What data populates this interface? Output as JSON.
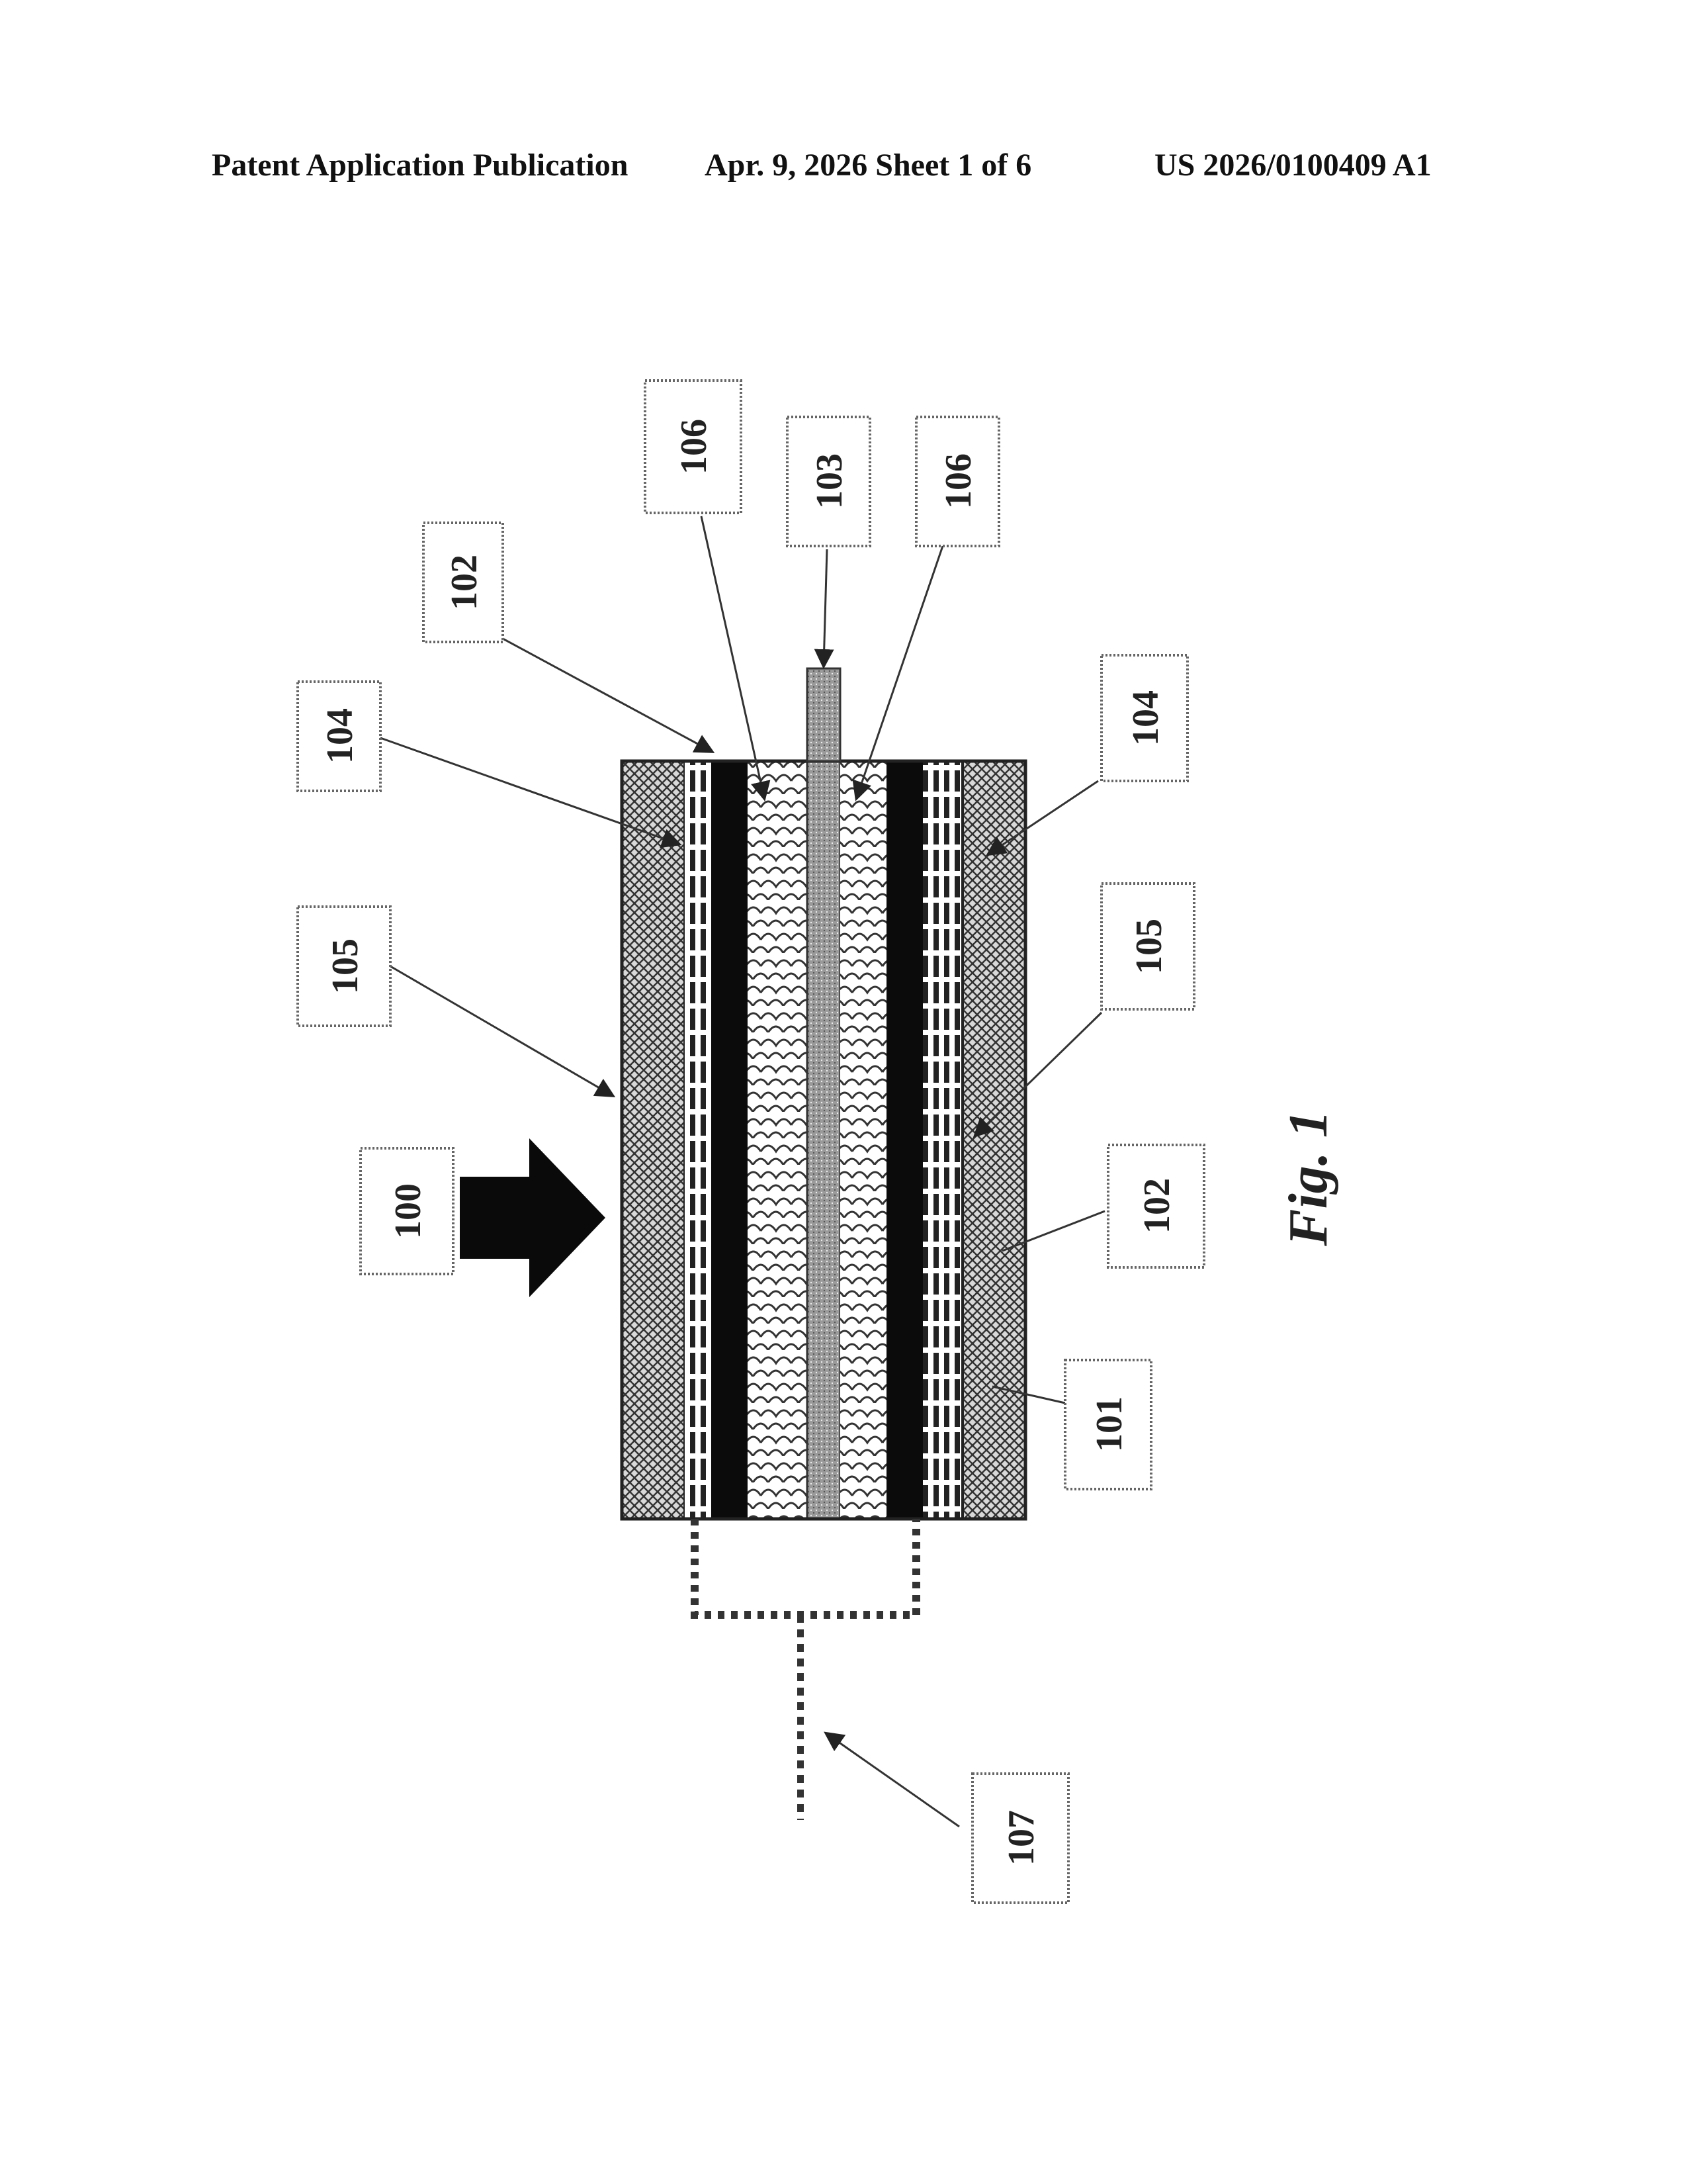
{
  "header": {
    "left": "Patent Application Publication",
    "middle": "Apr. 9, 2026   Sheet 1 of 6",
    "right": "US 2026/0100409 A1"
  },
  "figure": {
    "caption": "Fig. 1",
    "labels": {
      "r100": "100",
      "r101": "101",
      "r102_top": "102",
      "r102_bottom": "102",
      "r103": "103",
      "r104_top": "104",
      "r104_bottom": "104",
      "r105_top": "105",
      "r105_bottom": "105",
      "r106_left": "106",
      "r106_right": "106",
      "r107": "107"
    }
  }
}
